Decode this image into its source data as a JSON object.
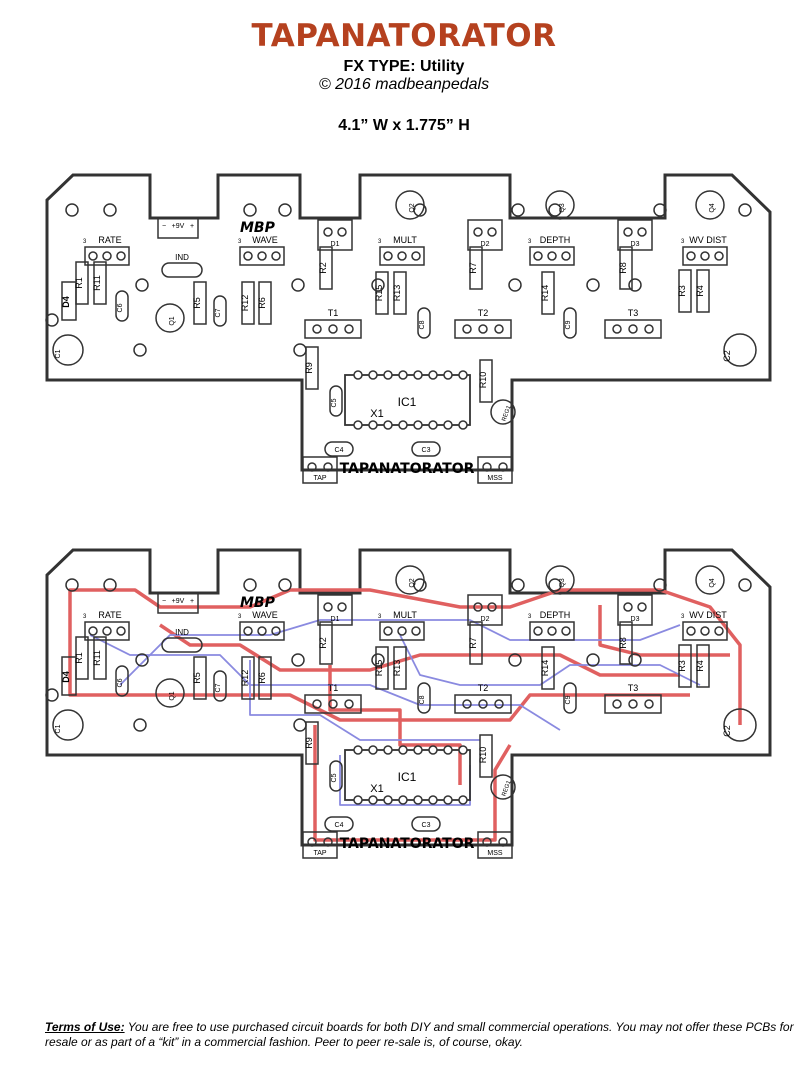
{
  "header": {
    "title": "TAPANATORATOR",
    "fx_type": "FX TYPE: Utility",
    "copyright": "© 2016 madbeanpedals",
    "dimensions": "4.1” W x 1.775” H"
  },
  "board": {
    "logo": "MBP",
    "silk_title": "TAPANATORATOR",
    "pots": [
      "RATE",
      "WAVE",
      "MULT",
      "DEPTH",
      "WV DIST"
    ],
    "pot_pin_label": "3",
    "power": "+9V",
    "ind": "IND",
    "diodes": [
      "D1",
      "D2",
      "D3",
      "D4"
    ],
    "transistors": [
      "Q1",
      "Q2",
      "Q3",
      "Q4"
    ],
    "trimmers": [
      "T1",
      "T2",
      "T3"
    ],
    "resistors": [
      "R1",
      "R2",
      "R3",
      "R4",
      "R5",
      "R6",
      "R7",
      "R8",
      "R9",
      "R10",
      "R11",
      "R12",
      "R13",
      "R14",
      "R15"
    ],
    "caps": [
      "C1",
      "C2",
      "C3",
      "C4",
      "C5",
      "C6",
      "C7",
      "C8",
      "C9"
    ],
    "ic": "IC1",
    "crystal": "X1",
    "regulator": "REG1",
    "tap": "TAP",
    "mss": "MSS",
    "plus": "+",
    "minus": "−",
    "colors": {
      "outline": "#333333",
      "top_trace": "#e06060",
      "bottom_trace": "#8a8ae0"
    }
  },
  "footer": {
    "terms_label": "Terms of Use:",
    "terms_text": " You are free to use purchased circuit boards for both DIY and small commercial operations. You may not offer these PCBs for resale or as part of a “kit” in a commercial fashion. Peer to peer re-sale is, of course, okay."
  }
}
